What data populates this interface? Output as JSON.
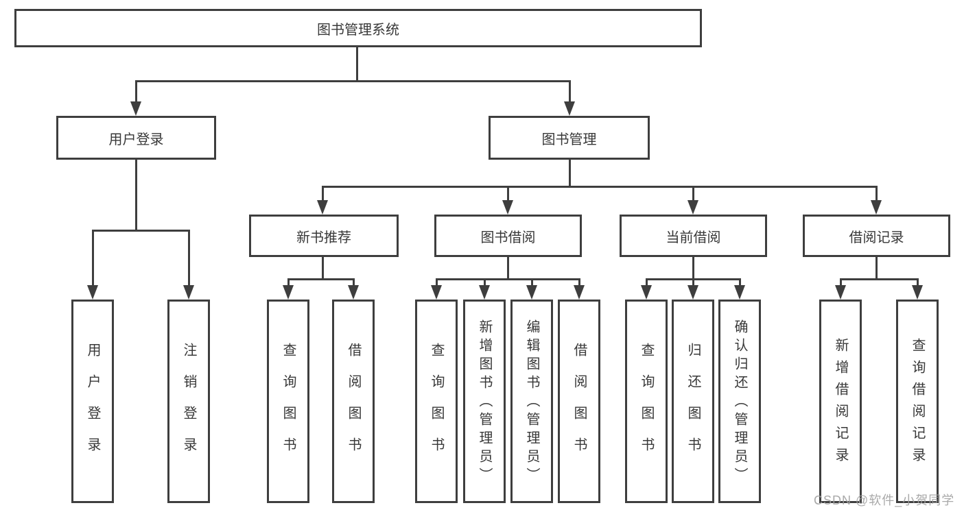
{
  "colors": {
    "line": "#3e3e3e",
    "text": "#383838",
    "background": "#ffffff",
    "watermark": "#a0a0a0"
  },
  "nodes": {
    "root": "图书管理系统",
    "login": "用户登录",
    "manage": "图书管理",
    "recommend": "新书推荐",
    "borrow": "图书借阅",
    "current": "当前借阅",
    "records": "借阅记录",
    "leaf_user_login": "用户登录",
    "leaf_logout": "注销登录",
    "leaf_rec_query": "查询图书",
    "leaf_rec_borrow": "借阅图书",
    "leaf_bor_query": "查询图书",
    "leaf_bor_add": "新增图书（管理员）",
    "leaf_bor_edit": "编辑图书（管理员）",
    "leaf_bor_borrow": "借阅图书",
    "leaf_cur_query": "查询图书",
    "leaf_cur_return": "归还图书",
    "leaf_cur_confirm": "确认归还（管理员）",
    "leaf_recd_add": "新增借阅记录",
    "leaf_recd_query": "查询借阅记录"
  },
  "watermark": "CSDN @软件_小贺同学"
}
